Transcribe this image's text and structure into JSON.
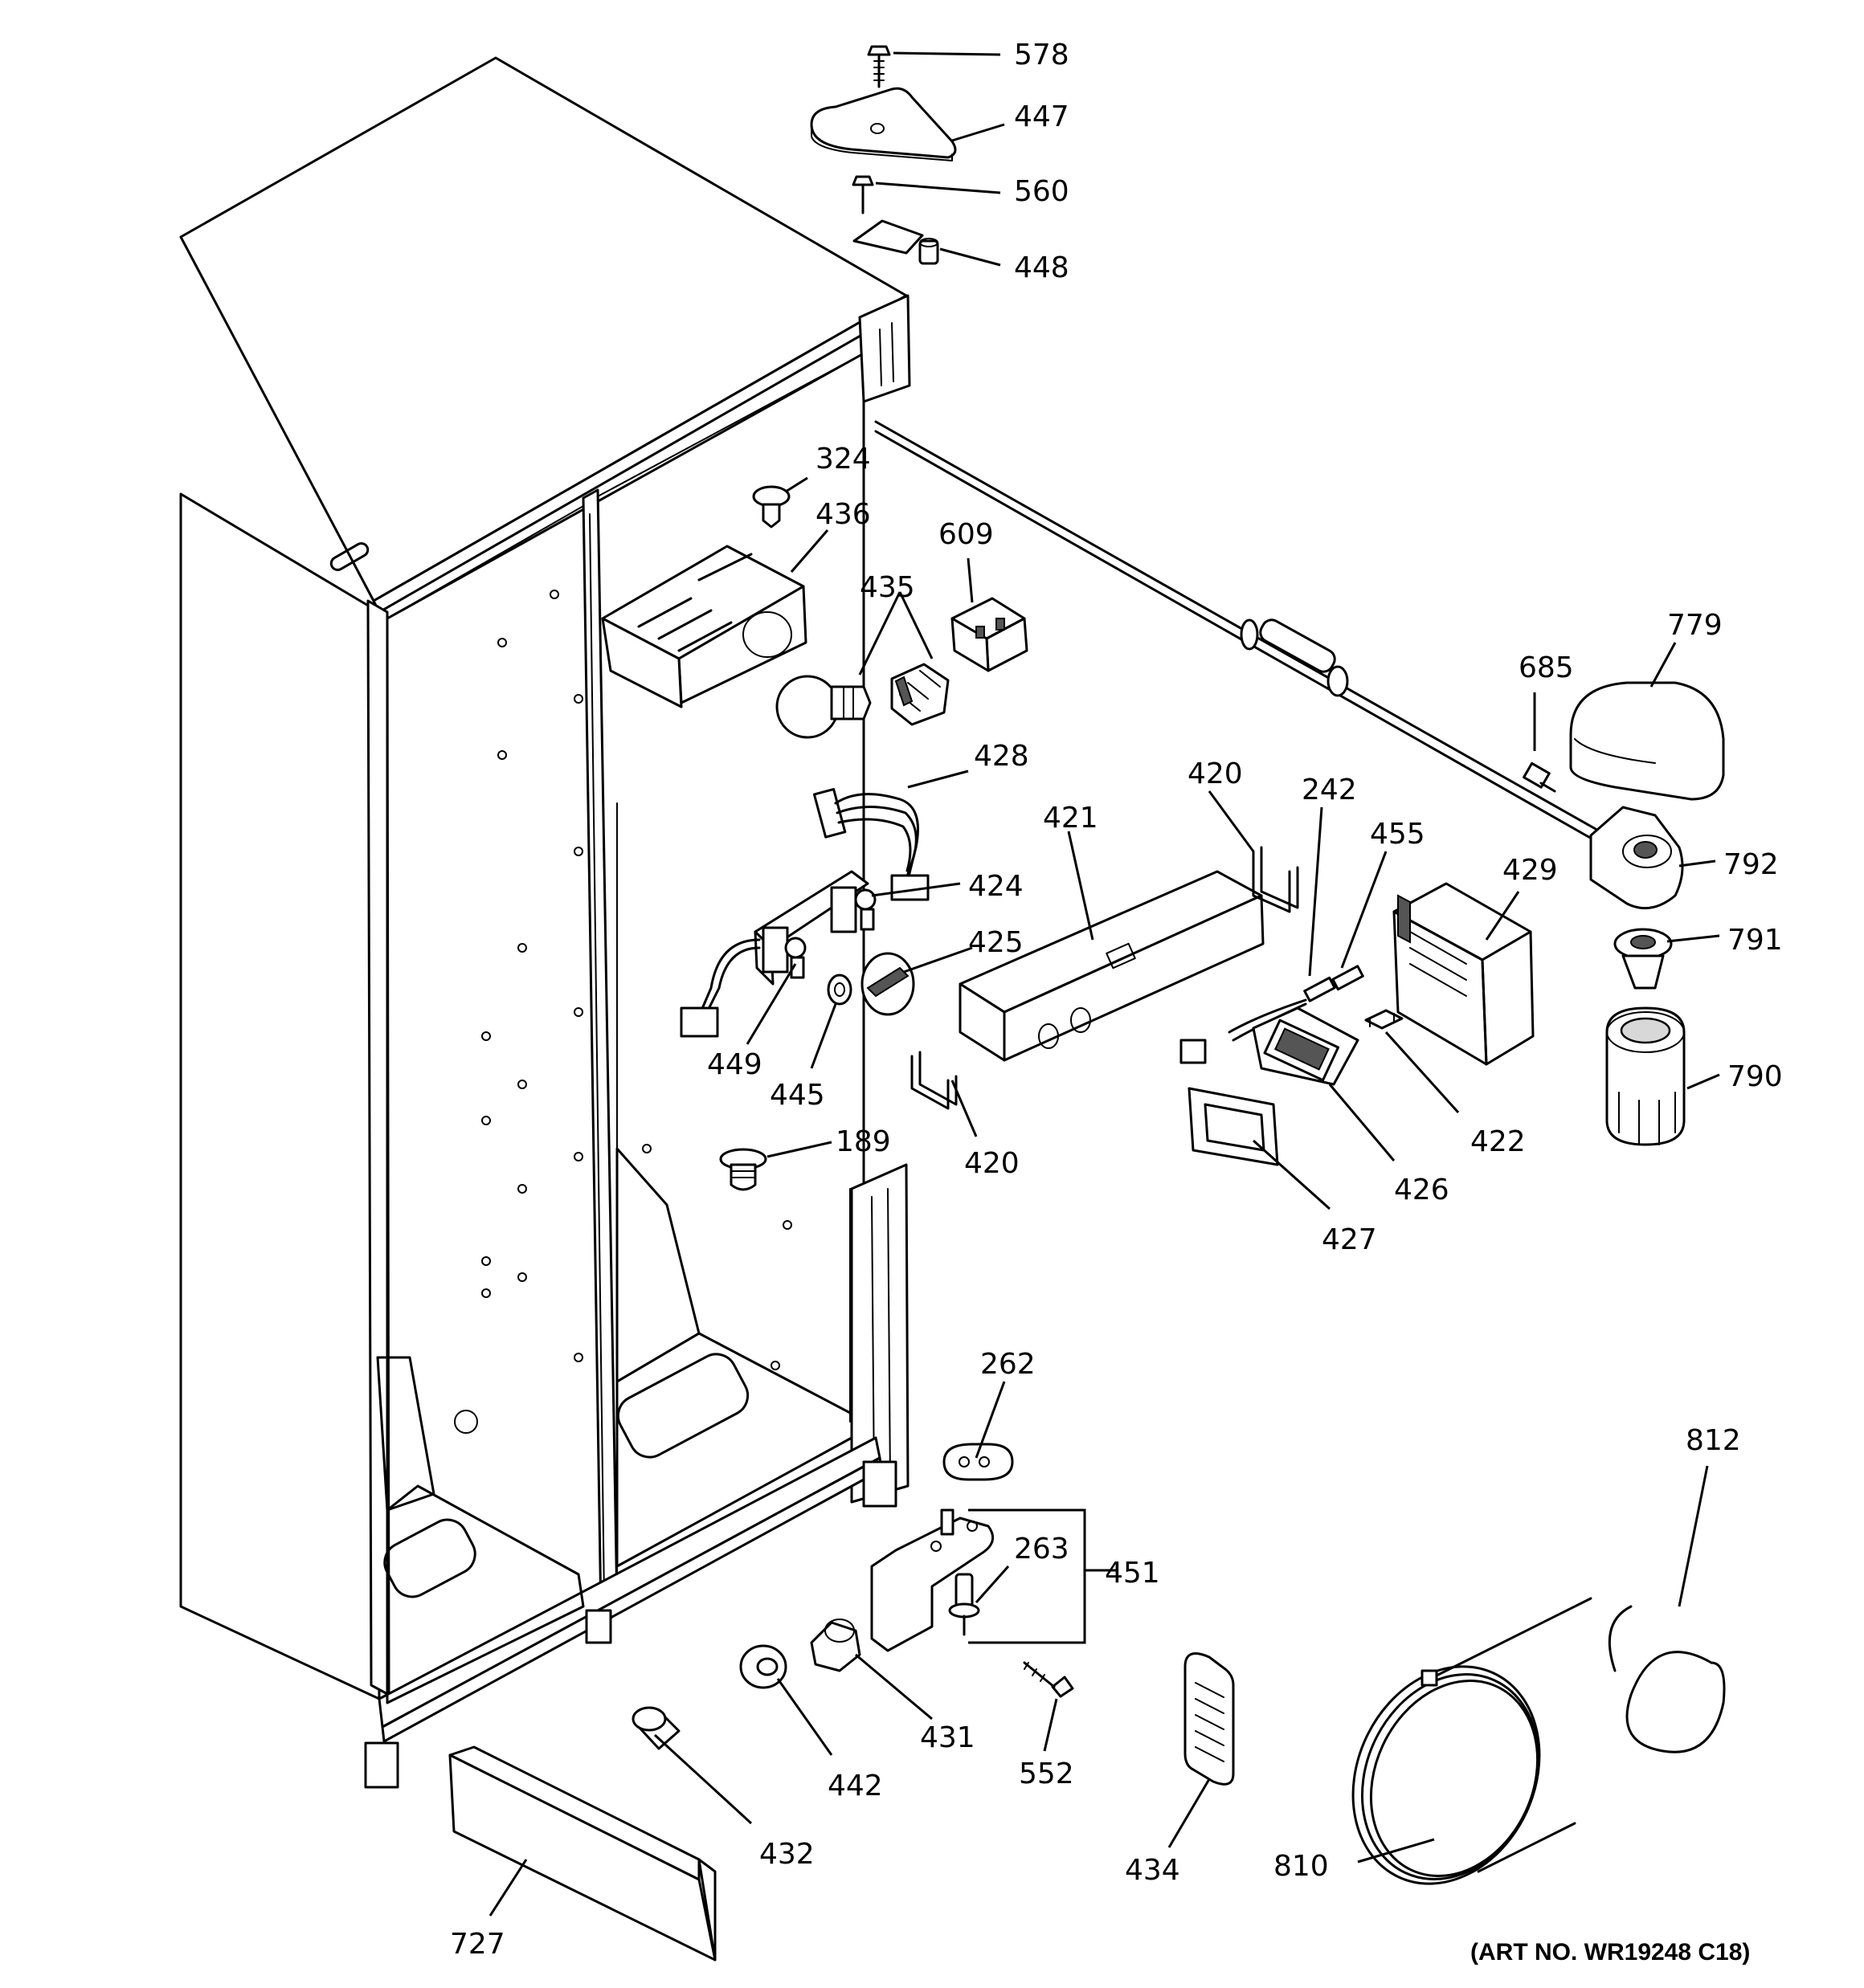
{
  "diagram": {
    "part_labels": {
      "p578": "578",
      "p447": "447",
      "p560": "560",
      "p448": "448",
      "p324": "324",
      "p436": "436",
      "p609": "609",
      "p435": "435",
      "p779": "779",
      "p685": "685",
      "p428": "428",
      "p420a": "420",
      "p242": "242",
      "p455": "455",
      "p421": "421",
      "p429": "429",
      "p792": "792",
      "p424": "424",
      "p425": "425",
      "p791": "791",
      "p449": "449",
      "p445": "445",
      "p790": "790",
      "p422": "422",
      "p189": "189",
      "p420b": "420",
      "p426": "426",
      "p427": "427",
      "p262": "262",
      "p263": "263",
      "p451": "451",
      "p812": "812",
      "p431": "431",
      "p442": "442",
      "p552": "552",
      "p432": "432",
      "p434": "434",
      "p810": "810",
      "p727": "727"
    },
    "art_number": "(ART NO. WR19248 C18)"
  }
}
